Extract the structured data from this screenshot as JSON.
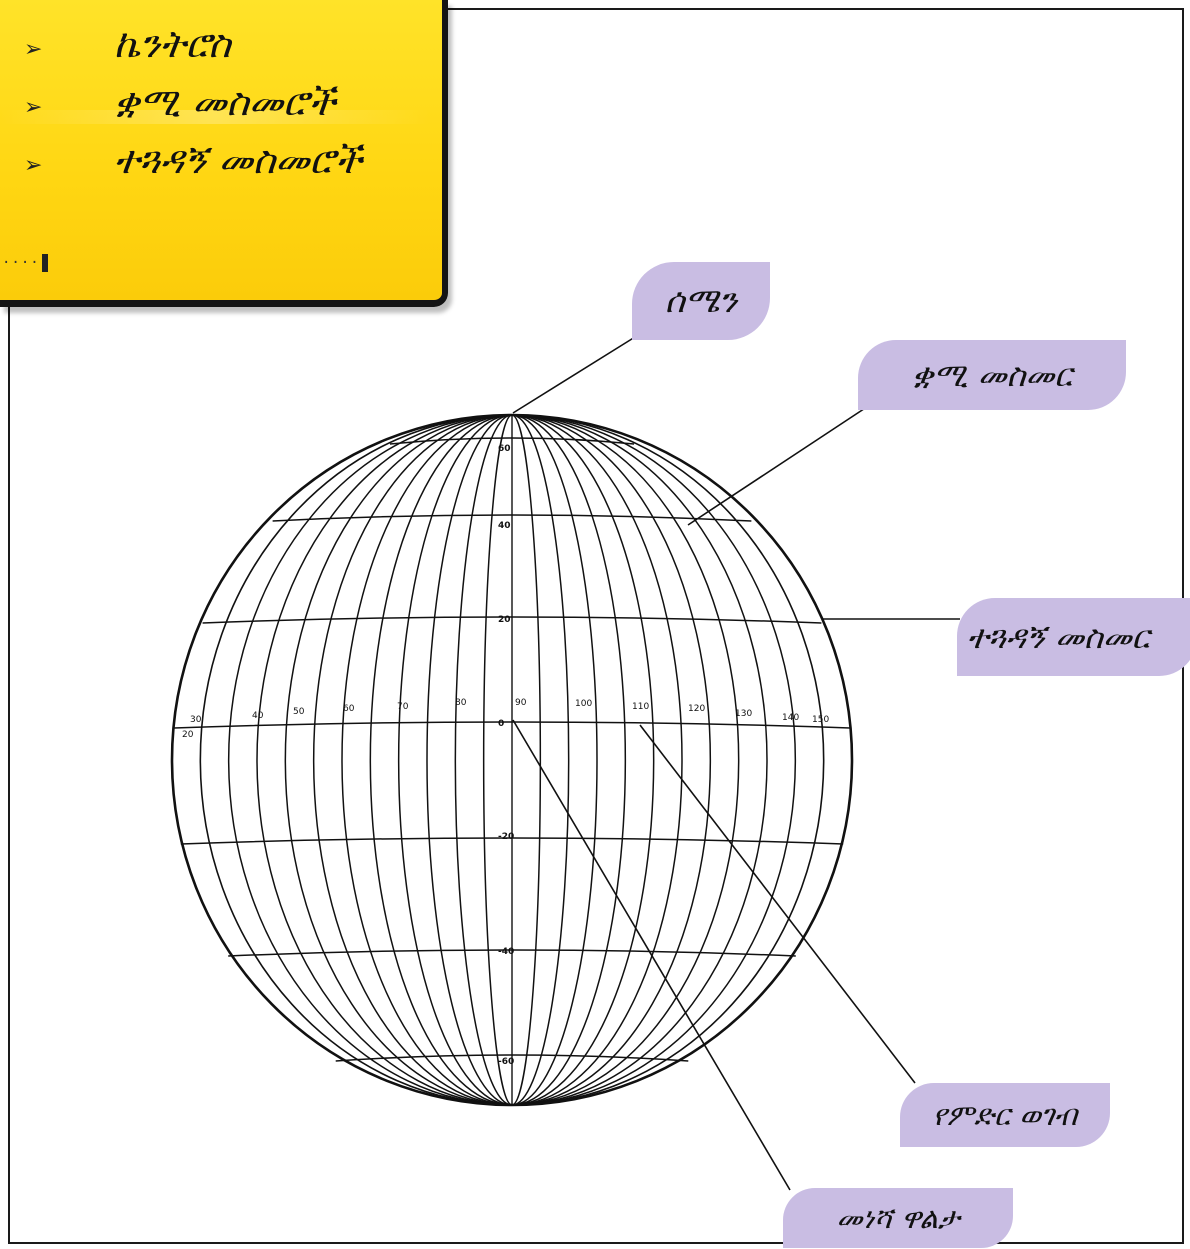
{
  "bullets": [
    "ኬንትሮስ",
    "ቋሚ መስመሮች",
    "ተጓዳኝ መስመሮች"
  ],
  "dots": "····",
  "labels": {
    "north": "ሰሜን",
    "meridian": "ቋሚ መስመር",
    "parallel": "ተጓዳኝ መስመር",
    "equator": "የምድር ወገብ",
    "prime_meridian": "መነሻ ዋልታ"
  },
  "latitude_ticks": [
    "60",
    "40",
    "20",
    "0",
    "-20",
    "-40",
    "-60"
  ],
  "longitude_ticks": [
    "20",
    "30",
    "40",
    "50",
    "60",
    "70",
    "80",
    "90",
    "100",
    "110",
    "120",
    "130",
    "140",
    "150"
  ],
  "colors": {
    "panel": "#ffd612",
    "tag": "#c9bde3",
    "line": "#111111"
  }
}
